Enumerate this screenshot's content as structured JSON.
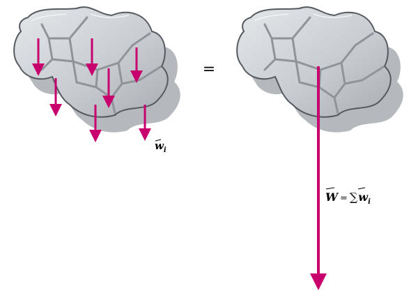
{
  "equals_sign": "=",
  "labels": {
    "small_weight": {
      "symbol": "w",
      "subscript": "i"
    },
    "total_weight": {
      "symbol": "W",
      "equals": "=",
      "sum": "∑",
      "term_symbol": "w",
      "term_subscript": "i"
    }
  },
  "colors": {
    "arrow": "#C8006E",
    "stone_fill": "#C9CDD2",
    "stone_edge": "#555A60",
    "crack": "#8E949A",
    "shadow": "#A8ACB0"
  },
  "icons": {
    "arrow": "down-arrow-icon",
    "body": "stone-body-icon"
  }
}
